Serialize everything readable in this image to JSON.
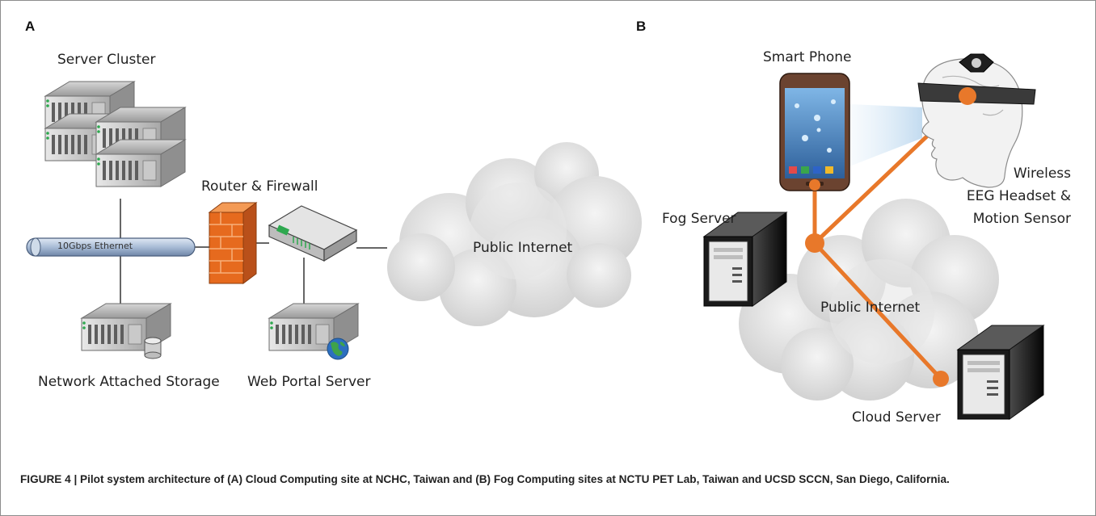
{
  "panel_a": {
    "letter": "A",
    "server_cluster": "Server Cluster",
    "router_firewall": "Router & Firewall",
    "ethernet": "10Gbps Ethernet",
    "public_internet": "Public Internet",
    "nas": "Network Attached Storage",
    "web_portal": "Web Portal Server"
  },
  "panel_b": {
    "letter": "B",
    "smart_phone": "Smart Phone",
    "headset_line1": "Wireless",
    "headset_line2": "EEG Headset &",
    "headset_line3": "Motion Sensor",
    "fog_server": "Fog Server",
    "public_internet": "Public Internet",
    "cloud_server": "Cloud Server"
  },
  "colors": {
    "accent_orange": "#e8782a",
    "cable_blue": "#9fb3cf",
    "firewall_orange": "#e66a1e",
    "cloud_gray": "#d9d9d9"
  },
  "caption": "FIGURE 4 | Pilot system architecture of (A) Cloud Computing site at NCHC, Taiwan and (B) Fog Computing sites at NCTU PET Lab, Taiwan and UCSD SCCN, San Diego, California."
}
